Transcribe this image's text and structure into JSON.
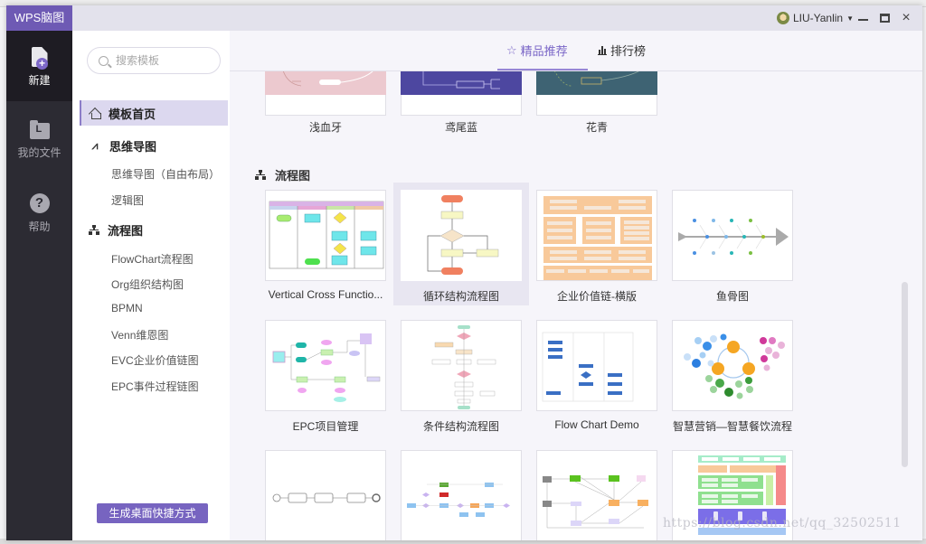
{
  "window": {
    "app_title": "WPS脑图",
    "user_name": "LIU-Yanlin",
    "controls": {
      "minimize": "minimize",
      "maximize": "maximize",
      "close": "×"
    }
  },
  "leftnav": {
    "items": [
      {
        "label": "新建",
        "icon": "new-doc-icon",
        "active": true
      },
      {
        "label": "我的文件",
        "icon": "folder-icon",
        "active": false
      },
      {
        "label": "帮助",
        "icon": "help-icon",
        "active": false
      }
    ]
  },
  "catpanel": {
    "search_placeholder": "搜索模板",
    "home_label": "模板首页",
    "groups": [
      {
        "title": "思维导图",
        "icon": "mindmap-icon",
        "items": [
          "思维导图（自由布局）",
          "逻辑图"
        ]
      },
      {
        "title": "流程图",
        "icon": "flowchart-icon",
        "items": [
          "FlowChart流程图",
          "Org组织结构图",
          "BPMN",
          "Venn维恩图",
          "EVC企业价值链图",
          "EPC事件过程链图"
        ]
      }
    ],
    "shortcut_button": "生成桌面快捷方式"
  },
  "tabs": {
    "featured": "精品推荐",
    "ranking": "排行榜",
    "active": "featured"
  },
  "themes": [
    {
      "label": "浅血牙",
      "color": "#ecc9cf"
    },
    {
      "label": "鸢尾蓝",
      "color": "#4d47a0"
    },
    {
      "label": "花青",
      "color": "#3e6373"
    }
  ],
  "flow_section": {
    "title": "流程图",
    "templates": [
      {
        "label": "Vertical Cross Functio..."
      },
      {
        "label": "循环结构流程图"
      },
      {
        "label": "企业价值链-横版"
      },
      {
        "label": "鱼骨图"
      },
      {
        "label": "EPC项目管理"
      },
      {
        "label": "条件结构流程图"
      },
      {
        "label": "Flow Chart Demo"
      },
      {
        "label": "智慧营销—智慧餐饮流程"
      },
      {
        "label": ""
      },
      {
        "label": ""
      },
      {
        "label": ""
      },
      {
        "label": ""
      }
    ]
  },
  "watermark": "https://blog.csdn.net/qq_32502511"
}
